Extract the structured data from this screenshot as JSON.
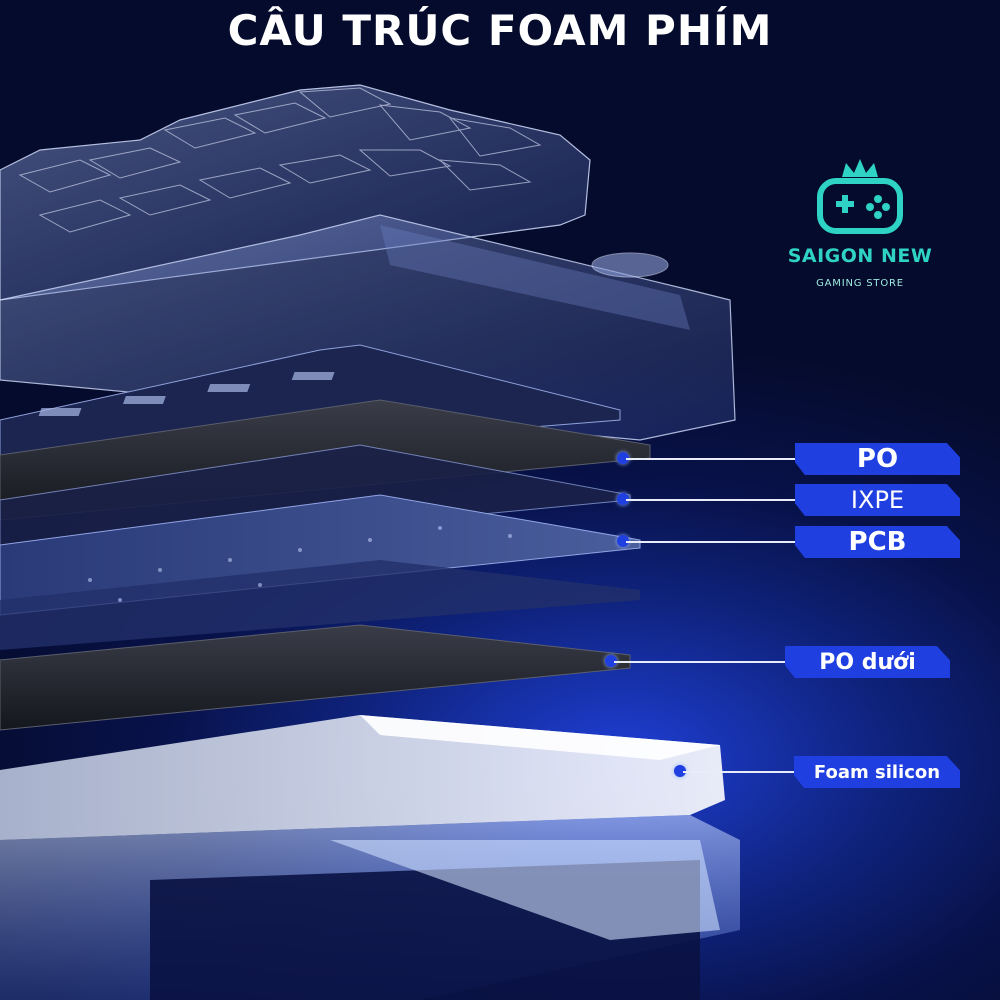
{
  "title": "CÂU TRÚC FOAM PHÍM",
  "brand": {
    "name": "SAIGON NEW",
    "tagline": "GAMING STORE",
    "icon": "gamepad-crown-icon",
    "color": "#2fd3c6"
  },
  "layers": [
    {
      "id": "po",
      "label": "PO"
    },
    {
      "id": "ixpe",
      "label": "IXPE"
    },
    {
      "id": "pcb",
      "label": "PCB"
    },
    {
      "id": "po-bottom",
      "label": "PO dưới"
    },
    {
      "id": "foam-silicon",
      "label": "Foam silicon"
    }
  ],
  "colors": {
    "accent": "#1f3fe0",
    "background": "#08124a",
    "text": "#ffffff"
  }
}
